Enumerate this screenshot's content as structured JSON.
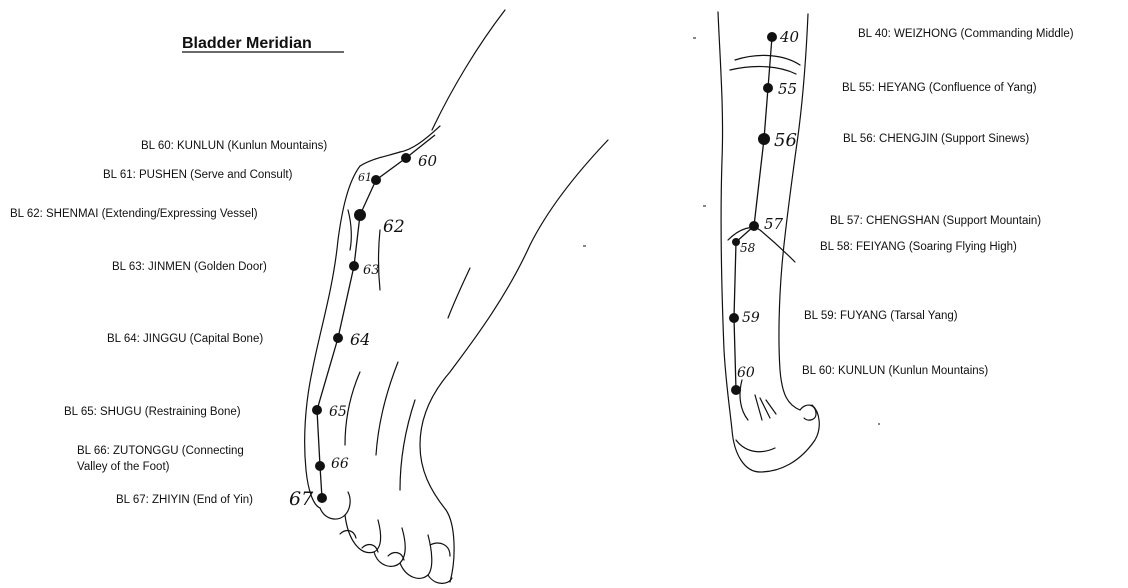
{
  "title": "Bladder Meridian",
  "foot": {
    "labels": {
      "bl60": "BL 60: KUNLUN (Kunlun Mountains)",
      "bl61": "BL 61: PUSHEN (Serve and Consult)",
      "bl62": "BL 62: SHENMAI (Extending/Expressing Vessel)",
      "bl63": "BL 63: JINMEN (Golden Door)",
      "bl64": "BL 64: JINGGU (Capital Bone)",
      "bl65": "BL 65: SHUGU (Restraining Bone)",
      "bl66_line1": "BL 66: ZUTONGGU (Connecting",
      "bl66_line2": "Valley of the Foot)",
      "bl67": "BL 67: ZHIYIN (End of Yin)"
    },
    "numbers": {
      "n60": "60",
      "n61": "61",
      "n62": "62",
      "n63": "63",
      "n64": "64",
      "n65": "65",
      "n66": "66",
      "n67": "67"
    }
  },
  "leg": {
    "labels": {
      "bl40": "BL 40: WEIZHONG (Commanding Middle)",
      "bl55": "BL 55: HEYANG (Confluence of Yang)",
      "bl56": "BL 56: CHENGJIN (Support Sinews)",
      "bl57": "BL 57: CHENGSHAN (Support Mountain)",
      "bl58": "BL 58: FEIYANG (Soaring Flying High)",
      "bl59": "BL 59: FUYANG (Tarsal Yang)",
      "bl60": "BL 60: KUNLUN (Kunlun Mountains)"
    },
    "numbers": {
      "n40": "40",
      "n55": "55",
      "n56": "56",
      "n57": "57",
      "n58": "58",
      "n59": "59",
      "n60": "60"
    }
  },
  "colors": {
    "ink": "#111111",
    "background": "#ffffff"
  }
}
